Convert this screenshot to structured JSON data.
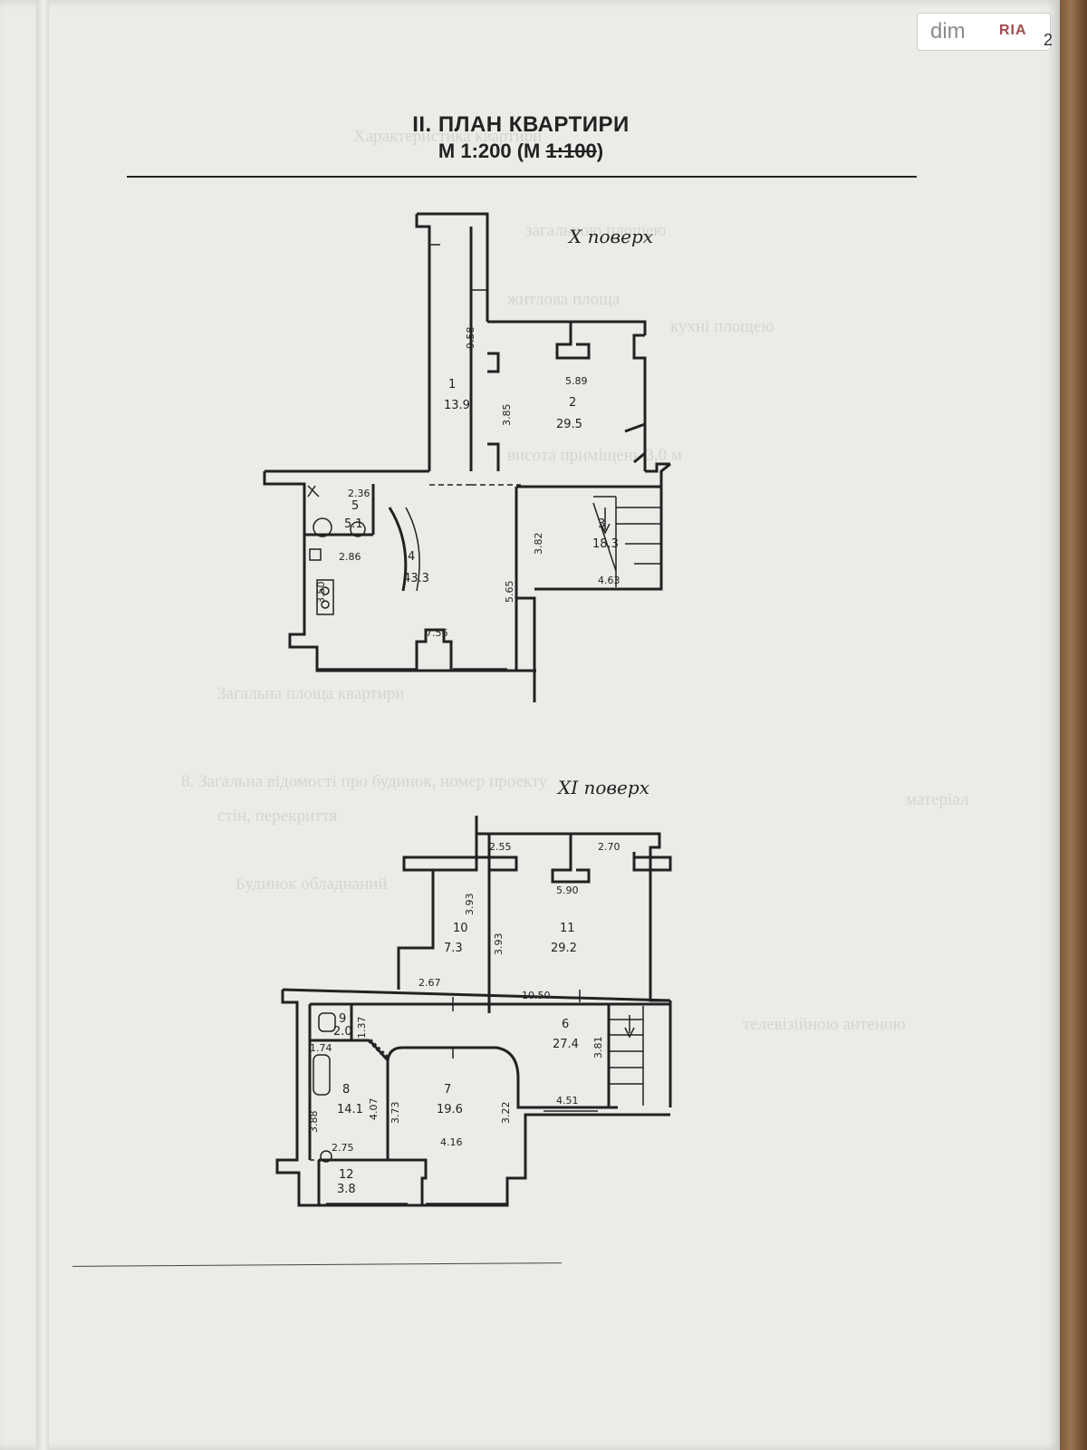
{
  "header": {
    "title": "II. ПЛАН КВАРТИРИ",
    "scale_prefix": "М 1:200 (М ",
    "scale_struck": "1:100",
    "scale_suffix": ")"
  },
  "watermark": {
    "text_dim": "dim",
    "text_ria": "RIA",
    "page_number": "2"
  },
  "floors": [
    {
      "label": "X поверх",
      "rooms": [
        {
          "number": "1",
          "area": "13.9"
        },
        {
          "number": "2",
          "area": "29.5"
        },
        {
          "number": "3",
          "area": "18.3"
        },
        {
          "number": "4",
          "area": "43.3"
        },
        {
          "number": "5",
          "area": "5.1"
        }
      ],
      "dimensions": [
        "9.58",
        "5.89",
        "3.85",
        "2.36",
        "3.82",
        "4.63",
        "2.86",
        "5.65",
        "3.50",
        "7.56"
      ]
    },
    {
      "label": "XI поверх",
      "rooms": [
        {
          "number": "6",
          "area": "27.4"
        },
        {
          "number": "7",
          "area": "19.6"
        },
        {
          "number": "8",
          "area": "14.1"
        },
        {
          "number": "9",
          "area": "2.0"
        },
        {
          "number": "10",
          "area": "7.3"
        },
        {
          "number": "11",
          "area": "29.2"
        },
        {
          "number": "12",
          "area": "3.8"
        }
      ],
      "dimensions": [
        "2.55",
        "2.70",
        "5.90",
        "3.93",
        "3.93",
        "2.67",
        "10.50",
        "1.37",
        "1.74",
        "3.81",
        "4.07",
        "3.73",
        "3.22",
        "3.88",
        "4.51",
        "4.16",
        "2.75"
      ]
    }
  ],
  "ghost_text": [
    "Характеристика квартири",
    "загальною площею",
    "житлова площа",
    "кухні площею",
    "висота приміщень 3,0 м",
    "Загальна площа квартири",
    "8. Загальна відомості про будинок, номер проекту",
    "матеріал",
    "стін, перекриття",
    "Будинок обладнаний",
    "телевізійною антеною"
  ]
}
